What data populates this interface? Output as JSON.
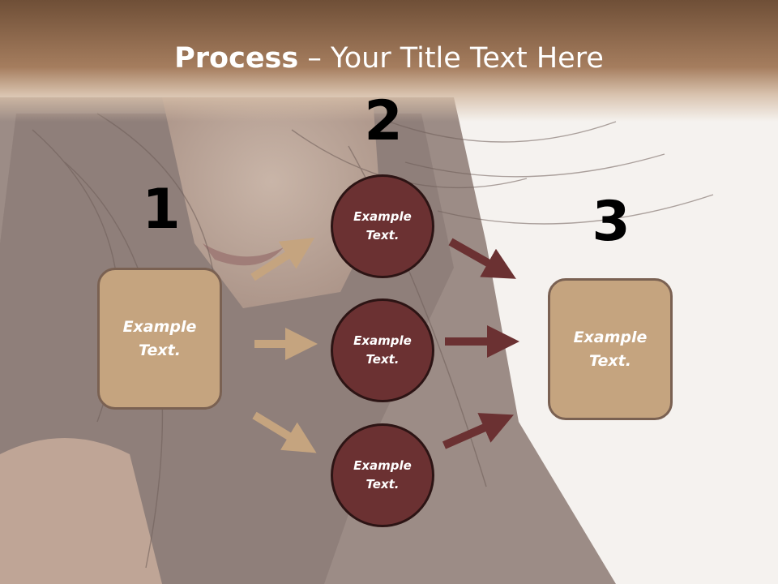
{
  "slide": {
    "title_bold": "Process",
    "title_rest": " – Your Title Text Here"
  },
  "steps": {
    "one": {
      "number": "1",
      "text": "Example Text."
    },
    "two": {
      "number": "2"
    },
    "three": {
      "number": "3",
      "text": "Example Text."
    }
  },
  "circles": [
    {
      "text": "Example Text."
    },
    {
      "text": "Example Text."
    },
    {
      "text": "Example Text."
    }
  ],
  "colors": {
    "tan": "#c5a47f",
    "maroon": "#6b3132",
    "header_brown": "#8a6547"
  }
}
